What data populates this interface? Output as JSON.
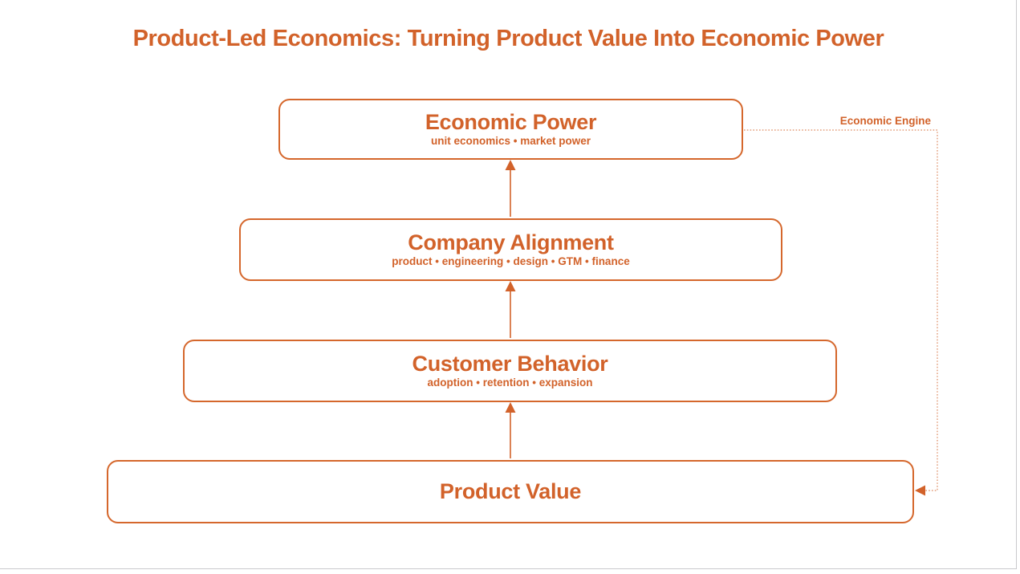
{
  "title": "Product-Led Economics: Turning Product Value Into Economic Power",
  "colors": {
    "accent_text": "#d2622a",
    "accent_border": "#d5672c",
    "background": "#ffffff",
    "slide_edge": "#c9c9cd"
  },
  "diagram": {
    "boxes": [
      {
        "id": "economic-power",
        "label": "Economic Power",
        "sublabel": "unit economics • market power"
      },
      {
        "id": "company-alignment",
        "label": "Company Alignment",
        "sublabel": "product • engineering • design • GTM • finance"
      },
      {
        "id": "customer-behavior",
        "label": "Customer Behavior",
        "sublabel": "adoption • retention • expansion"
      },
      {
        "id": "product-value",
        "label": "Product Value",
        "sublabel": ""
      }
    ],
    "flow_direction": "bottom-to-top",
    "feedback_loop": {
      "label": "Economic Engine",
      "from": "Economic Power",
      "to": "Product Value",
      "style": "dotted"
    }
  }
}
